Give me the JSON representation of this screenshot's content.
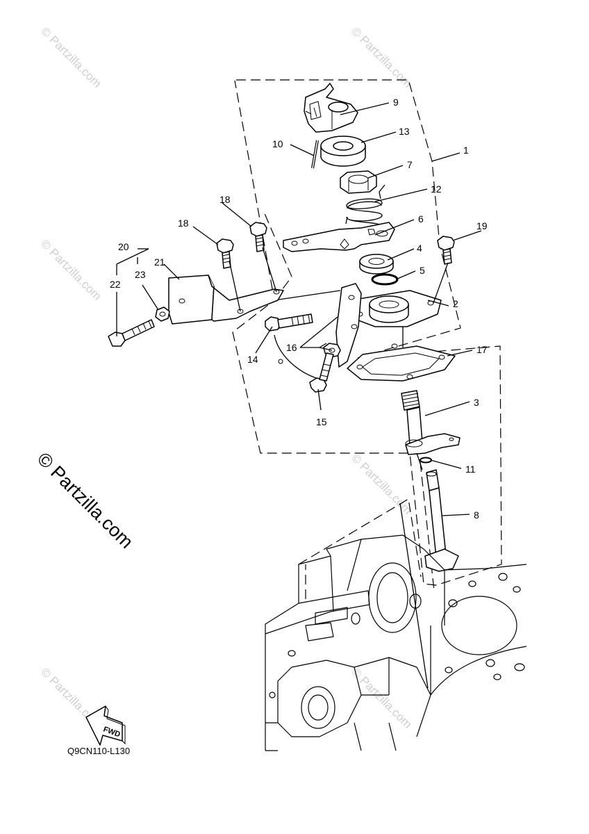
{
  "diagram": {
    "code": "Q9CN110-L130",
    "fwd_label": "FWD",
    "watermark": "© Partzilla.com",
    "callouts": {
      "c1": "1",
      "c2": "2",
      "c3": "3",
      "c4": "4",
      "c5": "5",
      "c6": "6",
      "c7": "7",
      "c8": "8",
      "c9": "9",
      "c10": "10",
      "c11": "11",
      "c12": "12",
      "c13": "13",
      "c14": "14",
      "c15": "15",
      "c16": "16",
      "c17": "17",
      "c18a": "18",
      "c18b": "18",
      "c19": "19",
      "c20": "20",
      "c21": "21",
      "c22": "22",
      "c23": "23"
    }
  }
}
